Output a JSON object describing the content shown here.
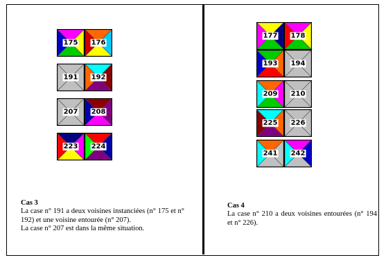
{
  "left": {
    "tiles": [
      {
        "number": "175",
        "colors": [
          "#ff00ff",
          "#ffff00",
          "#00cc00",
          "#0000cc"
        ]
      },
      {
        "number": "176",
        "colors": [
          "#ff6600",
          "#00ccff",
          "#ffff00",
          "#cc0000"
        ]
      },
      {
        "number": "191",
        "colors": [
          "#c0c0c0",
          "#c0c0c0",
          "#c0c0c0",
          "#c0c0c0"
        ]
      },
      {
        "number": "192",
        "colors": [
          "#00ffff",
          "#8b0000",
          "#800080",
          "#ff6600"
        ]
      },
      {
        "number": "207",
        "colors": [
          "#c0c0c0",
          "#c0c0c0",
          "#c0c0c0",
          "#c0c0c0"
        ]
      },
      {
        "number": "208",
        "colors": [
          "#8b0000",
          "#800080",
          "#ff00ff",
          "#0000aa"
        ]
      },
      {
        "number": "223",
        "colors": [
          "#000080",
          "#ff00ff",
          "#ffff00",
          "#ff0000"
        ]
      },
      {
        "number": "224",
        "colors": [
          "#ff0000",
          "#0000aa",
          "#800080",
          "#00ff00"
        ]
      }
    ],
    "caption": {
      "title": "Cas 3",
      "text1": "La case n° 191 a deux voisines instanciées (n° 175 et n° 192) et une voisine entourée (n° 207).",
      "text2": "La case n° 207 est dans la même situation."
    }
  },
  "right": {
    "tiles": [
      {
        "number": "177",
        "colors": [
          "#ffff00",
          "#000080",
          "#00cc00",
          "#ff00ff"
        ]
      },
      {
        "number": "178",
        "colors": [
          "#ff00ff",
          "#ffff00",
          "#00cc00",
          "#ff0000"
        ]
      },
      {
        "number": "193",
        "colors": [
          "#00cc00",
          "#ff6600",
          "#ff0000",
          "#0000cc"
        ]
      },
      {
        "number": "194",
        "colors": [
          "#c0c0c0",
          "#c0c0c0",
          "#c0c0c0",
          "#c0c0c0"
        ]
      },
      {
        "number": "209",
        "colors": [
          "#ff6600",
          "#ff00ff",
          "#00cc00",
          "#00ffff"
        ]
      },
      {
        "number": "210",
        "colors": [
          "#c0c0c0",
          "#c0c0c0",
          "#c0c0c0",
          "#c0c0c0"
        ]
      },
      {
        "number": "225",
        "colors": [
          "#00ffff",
          "#ff6600",
          "#800080",
          "#8b0000"
        ]
      },
      {
        "number": "226",
        "colors": [
          "#c0c0c0",
          "#c0c0c0",
          "#c0c0c0",
          "#c0c0c0"
        ]
      },
      {
        "number": "241",
        "colors": [
          "#ff6600",
          "#c0c0c0",
          "#c0c0c0",
          "#00ffff"
        ]
      },
      {
        "number": "242",
        "colors": [
          "#ff00ff",
          "#0000cc",
          "#c0c0c0",
          "#00ffff"
        ]
      }
    ],
    "caption": {
      "title": "Cas 4",
      "text1": "La case n° 210 a deux voisines entourées (n° 194 et n° 226)."
    }
  }
}
